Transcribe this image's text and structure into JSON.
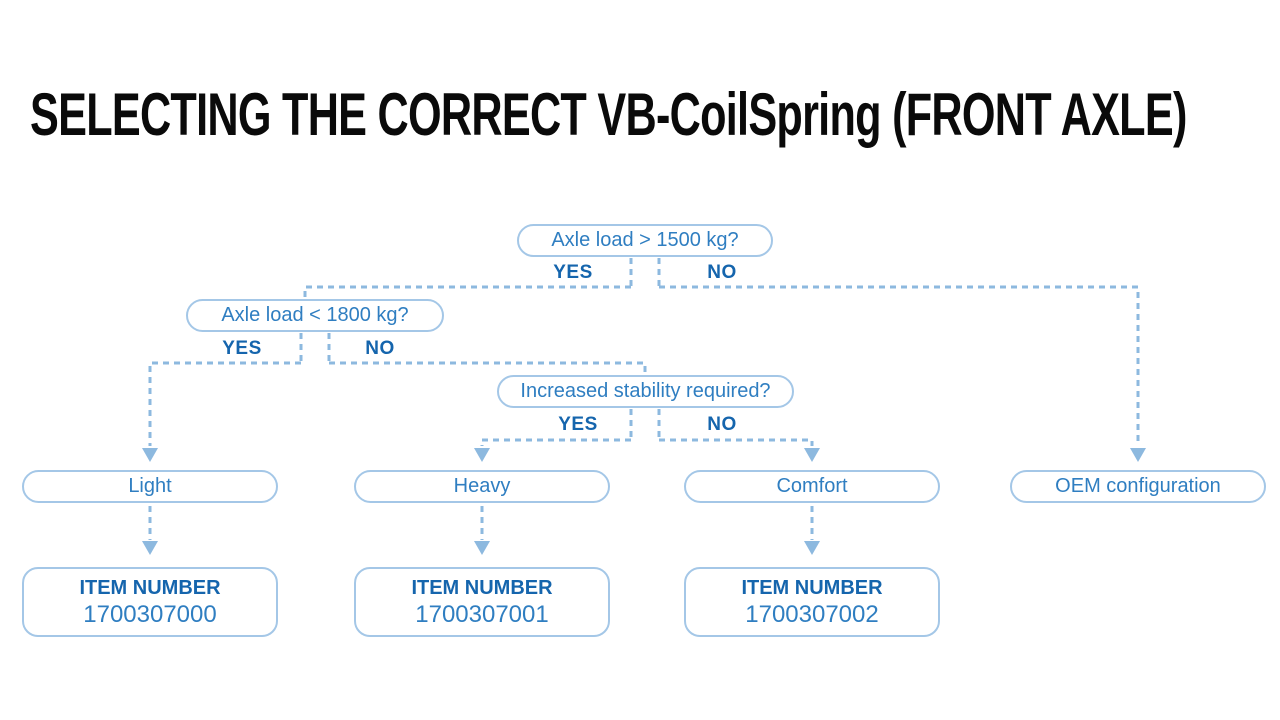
{
  "title": "SELECTING THE CORRECT VB-CoilSpring (FRONT AXLE)",
  "colors": {
    "title_text": "#0a0a0a",
    "box_border_blue": "#a4c7e7",
    "box_text_blue": "#2f7ec1",
    "label_dark_blue": "#1565ad",
    "connector_blue": "#8db9df",
    "background": "#ffffff"
  },
  "flowchart": {
    "decisions": [
      {
        "question": "Axle load > 1500 kg?",
        "yes_label": "YES",
        "no_label": "NO"
      },
      {
        "question": "Axle load < 1800 kg?",
        "yes_label": "YES",
        "no_label": "NO"
      },
      {
        "question": "Increased stability required?",
        "yes_label": "YES",
        "no_label": "NO"
      }
    ],
    "options": [
      {
        "label": "Light",
        "item_number_label": "ITEM NUMBER",
        "item_number": "1700307000"
      },
      {
        "label": "Heavy",
        "item_number_label": "ITEM NUMBER",
        "item_number": "1700307001"
      },
      {
        "label": "Comfort",
        "item_number_label": "ITEM NUMBER",
        "item_number": "1700307002"
      },
      {
        "label": "OEM configuration"
      }
    ]
  }
}
